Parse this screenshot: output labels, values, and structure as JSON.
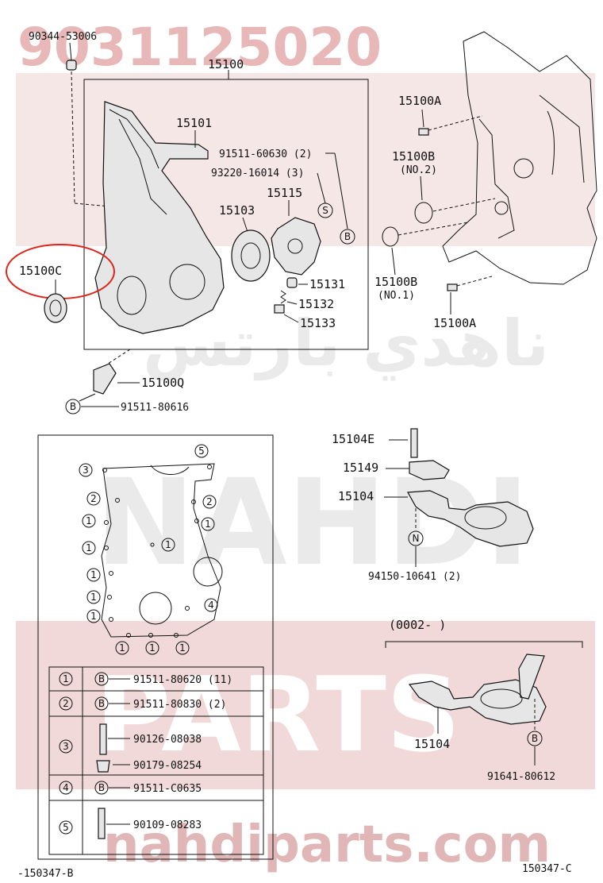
{
  "watermark": {
    "part_number": "9031125020",
    "brand_top": "NAHDI",
    "brand_bottom": "PARTS",
    "arabic": "ناهدي بارتس",
    "url": "nahdiparts.com"
  },
  "top_section": {
    "assembly": "15100",
    "labels": {
      "p90344": "90344-53006",
      "p15101": "15101",
      "p91511_60630": "91511-60630 (2)",
      "p93220": "93220-16014 (3)",
      "p15115": "15115",
      "p15103": "15103",
      "p15131": "15131",
      "p15132": "15132",
      "p15133": "15133",
      "p15100c": "15100C",
      "p15100q": "15100Q",
      "p91511_80616": "91511-80616",
      "p15100a_top": "15100A",
      "p15100b_no2": "15100B",
      "p15100b_no2_sub": "(NO.2)",
      "p15100b_no1": "15100B",
      "p15100b_no1_sub": "(NO.1)",
      "p15100a_bot": "15100A"
    },
    "markers": {
      "s": "S",
      "b": "B"
    }
  },
  "oil_pan_section": {
    "labels": {
      "p15104e": "15104E",
      "p15149": "15149",
      "p15104": "15104",
      "p94150": "94150-10641 (2)",
      "marker_n": "N"
    },
    "variant": {
      "date_range": "(0002-       )",
      "p15104": "15104",
      "p91641": "91641-80612",
      "marker_b": "B"
    }
  },
  "bolt_section": {
    "markers": [
      "1",
      "2",
      "3",
      "4",
      "5"
    ],
    "table": [
      {
        "key": "1",
        "marker": "B",
        "part": "91511-80620 (11)"
      },
      {
        "key": "2",
        "marker": "B",
        "part": "91511-80830 (2)"
      },
      {
        "key": "3",
        "marker": "",
        "part": "90126-08038",
        "part2": "90179-08254"
      },
      {
        "key": "4",
        "marker": "B",
        "part": "91511-C0635"
      },
      {
        "key": "5",
        "marker": "",
        "part": "90109-08283"
      }
    ]
  },
  "footer": {
    "left_ref": "-150347-B",
    "right_ref": "150347-C"
  },
  "highlight_color": "#e0261c"
}
